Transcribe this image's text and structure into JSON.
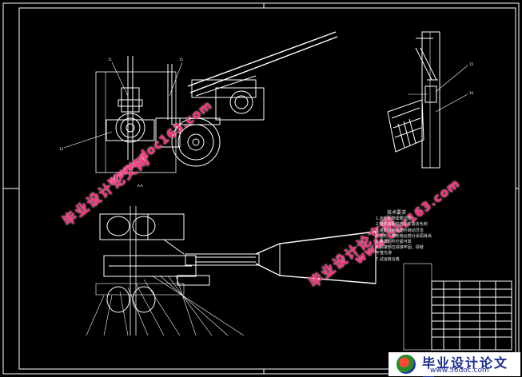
{
  "watermarks": {
    "url": "www.doc163.com",
    "cn": "毕业设计论文网"
  },
  "notes": {
    "heading": "技术要求",
    "lines": [
      "1.齿轮间隙需要调整",
      "2.整机装配前各零件需去毛刺",
      "3.装配后各运动件转动灵活",
      "4.齿轮、链轮啮合部分涂润滑油",
      "5.各紧固件拧紧可靠",
      "6.焊接部位焊接牢固，焊缝",
      "平整光滑",
      "7.试运转合格"
    ]
  },
  "footer": {
    "cn": "毕业设计论文网",
    "url": "www.56doc.com"
  },
  "colors": {
    "line": "#ffffff",
    "watermark": "#ff2a7a",
    "footer_text": "#1a2b8c"
  }
}
